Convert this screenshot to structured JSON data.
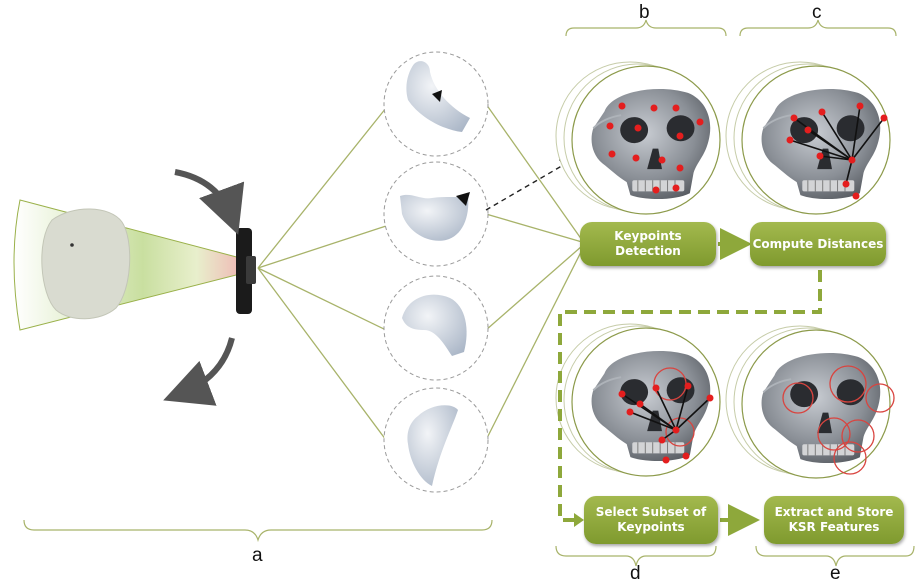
{
  "labels": {
    "a": "a",
    "b": "b",
    "c": "c",
    "d": "d",
    "e": "e"
  },
  "steps": {
    "keypoints_detection": "Keypoints Detection",
    "compute_distances": "Compute Distances",
    "select_subset_line1": "Select Subset of",
    "select_subset_line2": "Keypoints",
    "extract_store_line1": "Extract and Store",
    "extract_store_line2": "KSR Features"
  },
  "colors": {
    "accent_green": "#8ea83b",
    "line_green": "#a8b36a",
    "keypoint_red": "#e41e1e",
    "arrow_gray": "#555555"
  },
  "icons": [
    "depth-camera-icon",
    "rotate-arrow-icon",
    "skull-icon",
    "skull-fragment-icon"
  ]
}
